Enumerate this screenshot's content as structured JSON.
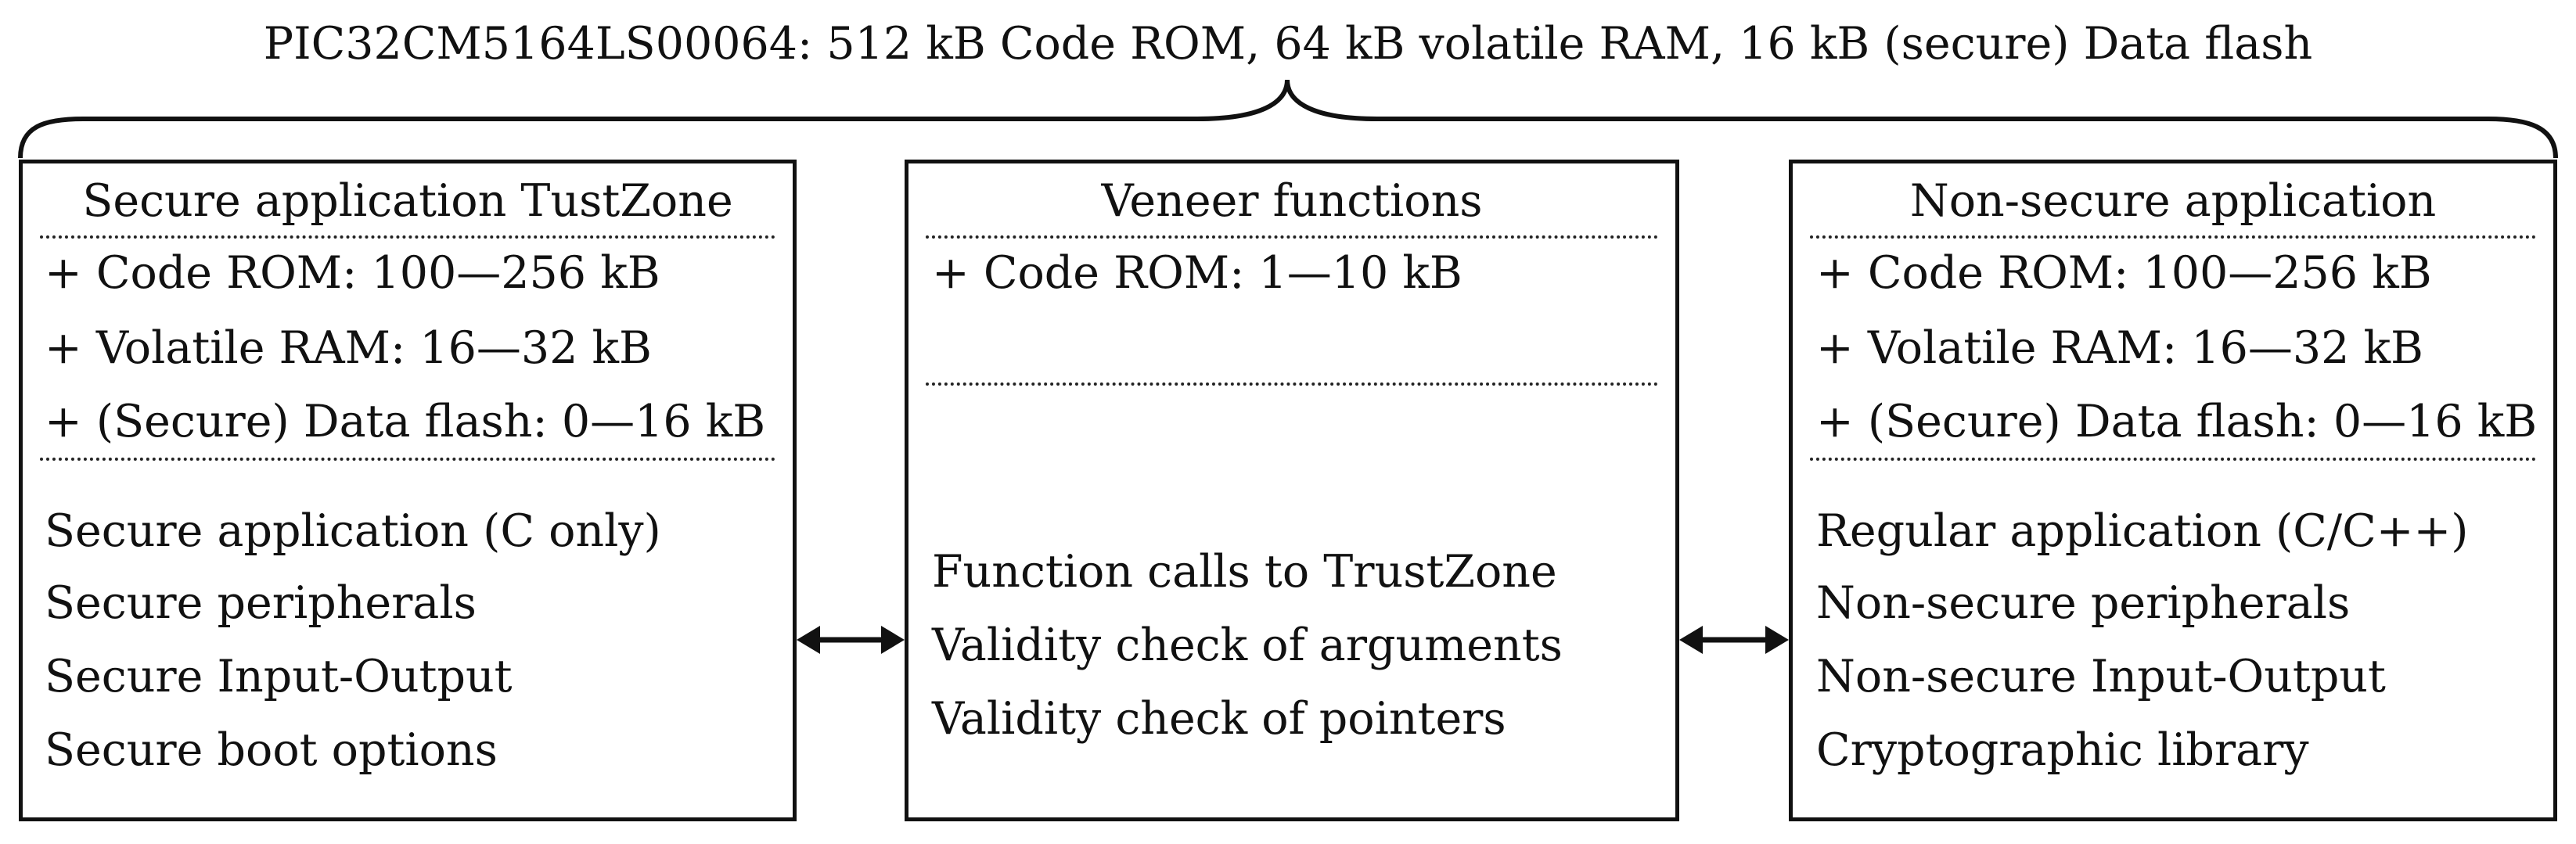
{
  "title": "PIC32CM5164LS00064: 512 kB Code ROM, 64 kB volatile RAM, 16 kB (secure) Data flash",
  "boxes": {
    "secure": {
      "title": "Secure application TustZone",
      "specs": [
        "+ Code ROM: 100—256 kB",
        "+ Volatile RAM: 16—32 kB",
        "+ (Secure) Data flash: 0—16 kB"
      ],
      "features": [
        "Secure application (C only)",
        "Secure peripherals",
        "Secure Input-Output",
        "Secure boot options"
      ]
    },
    "veneer": {
      "title": "Veneer functions",
      "specs": [
        "+ Code ROM: 1—10 kB"
      ],
      "features": [
        "Function calls to TrustZone",
        "Validity check of arguments",
        "Validity check of pointers"
      ]
    },
    "nonsecure": {
      "title": "Non-secure application",
      "specs": [
        "+ Code ROM: 100—256 kB",
        "+ Volatile RAM: 16—32 kB",
        "+ (Secure) Data flash: 0—16 kB"
      ],
      "features": [
        "Regular application (C/C++)",
        "Non-secure peripherals",
        "Non-secure Input-Output",
        "Cryptographic library"
      ]
    }
  }
}
